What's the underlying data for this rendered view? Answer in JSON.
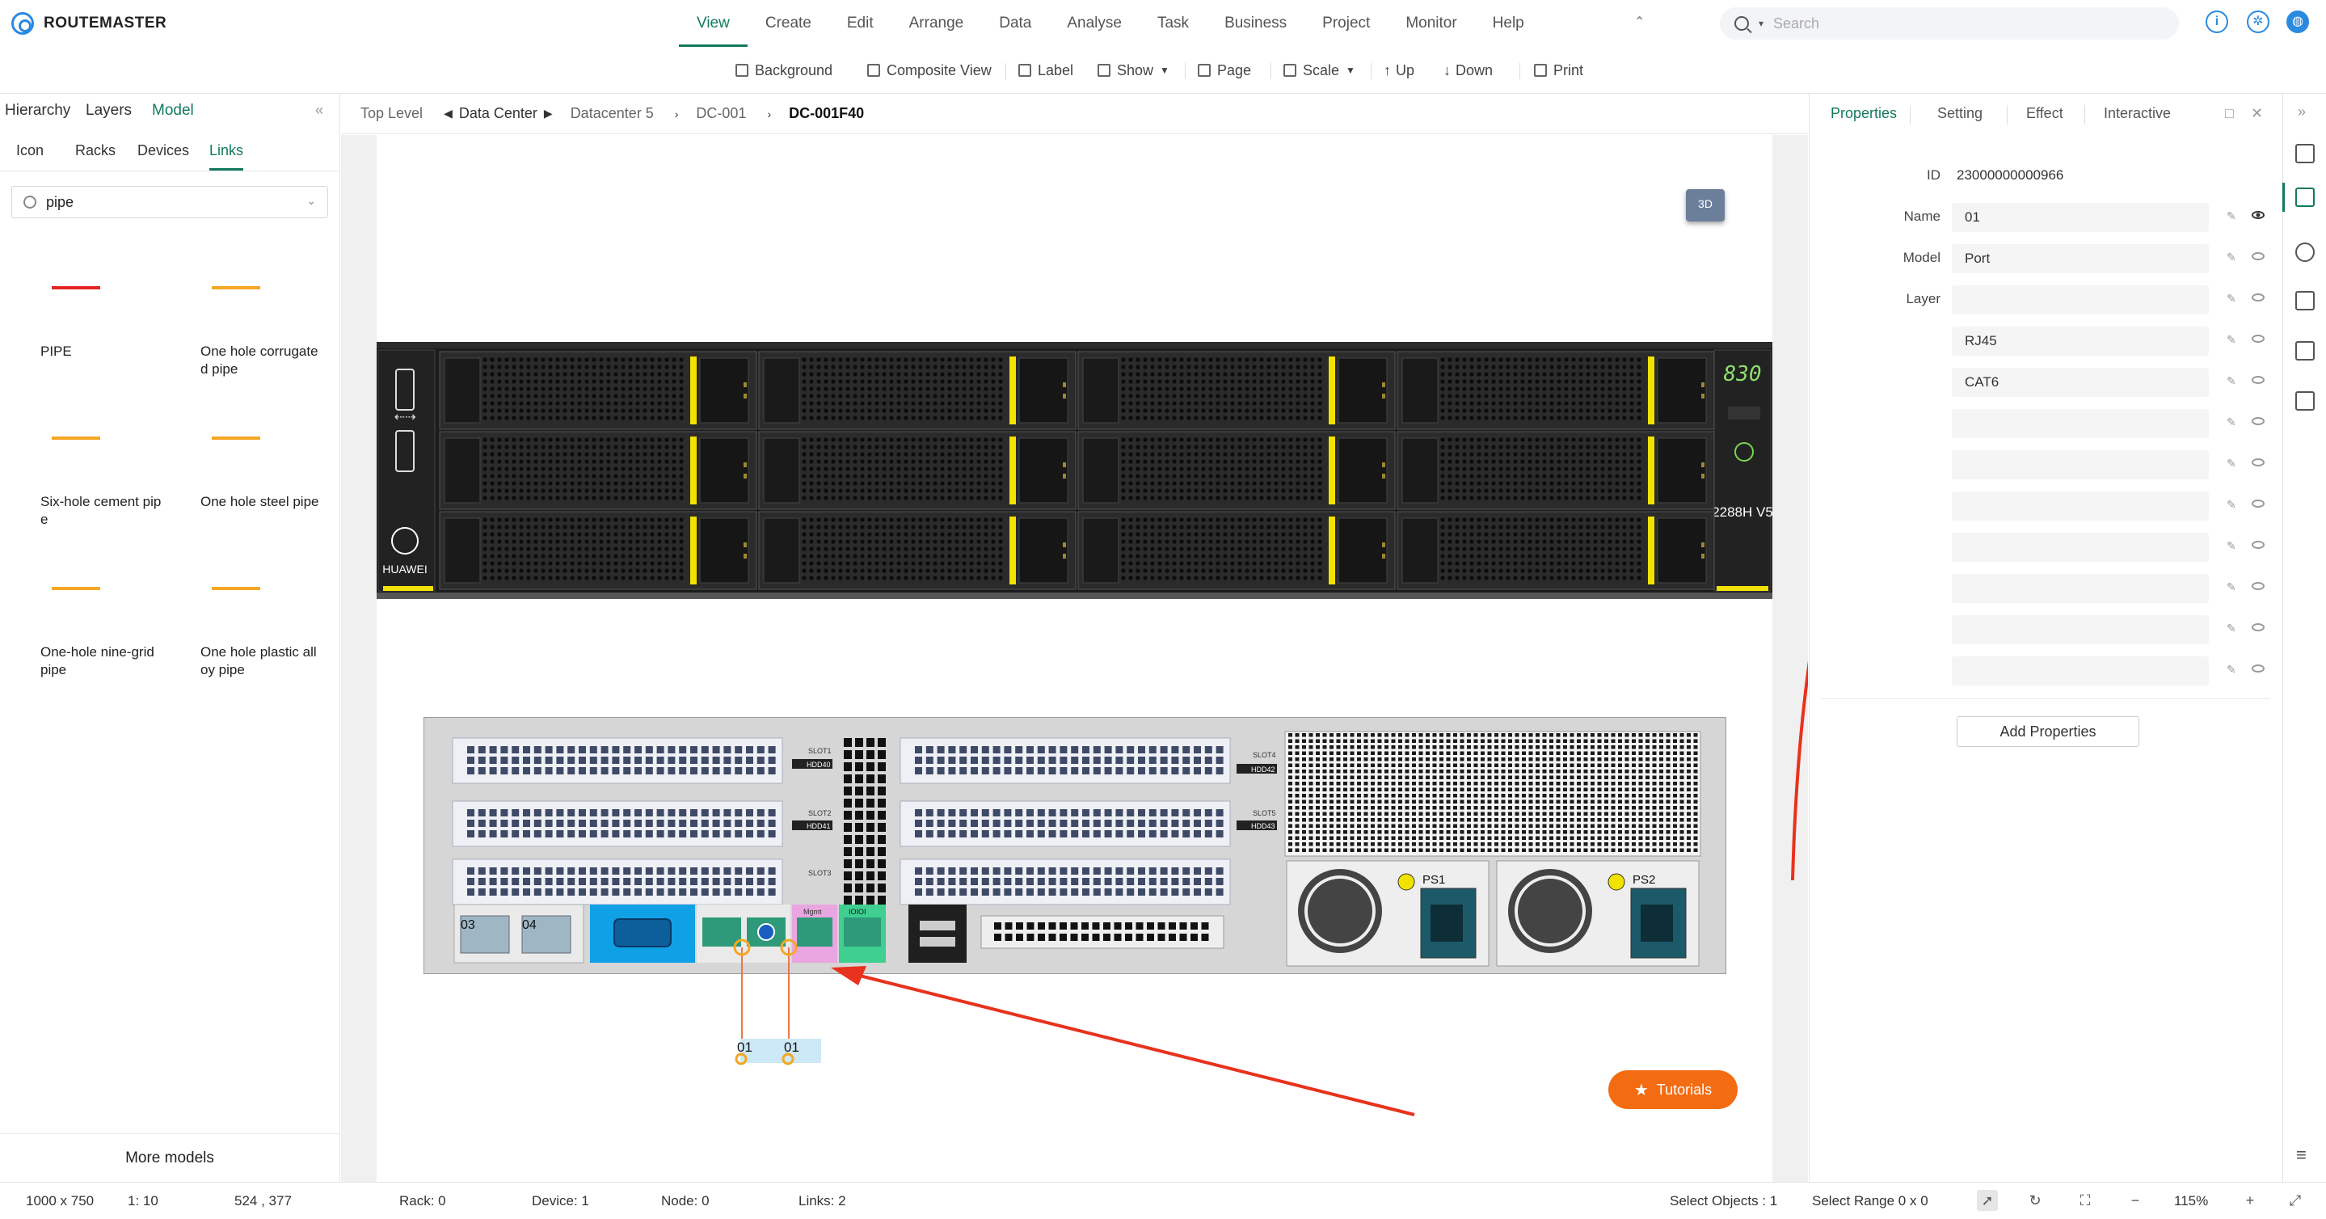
{
  "app": {
    "title": "ROUTEMASTER"
  },
  "menu": {
    "items": [
      "View",
      "Create",
      "Edit",
      "Arrange",
      "Data",
      "Analyse",
      "Task",
      "Business",
      "Project",
      "Monitor",
      "Help"
    ],
    "active": "View"
  },
  "search": {
    "placeholder": "Search"
  },
  "toolbar": {
    "background": "Background",
    "composite_view": "Composite View",
    "label": "Label",
    "show": "Show",
    "page": "Page",
    "scale": "Scale",
    "up": "Up",
    "down": "Down",
    "print": "Print"
  },
  "left": {
    "tabs": [
      "Hierarchy",
      "Layers",
      "Model"
    ],
    "active_tab": "Model",
    "subtabs": [
      "Icon",
      "Racks",
      "Devices",
      "Links"
    ],
    "active_subtab": "Links",
    "search_value": "pipe",
    "items": [
      {
        "label": "PIPE",
        "color": "#e52424"
      },
      {
        "label": "One hole corrugated pipe",
        "color": "#f5a623"
      },
      {
        "label": "Six-hole cement pipe",
        "color": "#f5a623"
      },
      {
        "label": "One hole steel pipe",
        "color": "#f5a623"
      },
      {
        "label": "One-hole nine-grid pipe",
        "color": "#f5a623"
      },
      {
        "label": "One hole plastic alloy pipe",
        "color": "#f5a623"
      }
    ],
    "more_models": "More models"
  },
  "breadcrumb": [
    "Top Level",
    "Data Center",
    "Datacenter 5",
    "DC-001",
    "DC-001F40"
  ],
  "canvas": {
    "btn_3d": "3D",
    "front": {
      "brand": "HUAWEI",
      "display": "830",
      "model": "2288H V5"
    },
    "rear": {
      "slot_labels": [
        "SLOT1",
        "HDD40",
        "SLOT2",
        "HDD41",
        "SLOT3",
        "SLOT4",
        "HDD42",
        "SLOT5",
        "HDD43"
      ],
      "port_labels": [
        "03",
        "04"
      ],
      "mgmt_label": "Mgmt",
      "ioio_label": "IOIOI",
      "ps_labels": [
        "PS1",
        "PS2"
      ]
    },
    "link_labels": [
      "01",
      "01"
    ],
    "tutorials": "Tutorials"
  },
  "properties": {
    "tabs": [
      "Properties",
      "Setting",
      "Effect",
      "Interactive"
    ],
    "active_tab": "Properties",
    "id_label": "ID",
    "id_value": "23000000000966",
    "rows": [
      {
        "label": "Name",
        "value": "01"
      },
      {
        "label": "Model",
        "value": "Port"
      },
      {
        "label": "Layer",
        "value": ""
      },
      {
        "label": "",
        "value": "RJ45"
      },
      {
        "label": "",
        "value": "CAT6"
      },
      {
        "label": "",
        "value": ""
      },
      {
        "label": "",
        "value": ""
      },
      {
        "label": "",
        "value": ""
      },
      {
        "label": "",
        "value": ""
      },
      {
        "label": "",
        "value": ""
      },
      {
        "label": "",
        "value": ""
      },
      {
        "label": "",
        "value": ""
      }
    ],
    "add_button": "Add Properties"
  },
  "status": {
    "page_size": "1000 x 750",
    "ratio": "1: 10",
    "cursor": "524 , 377",
    "rack": "Rack: 0",
    "device": "Device: 1",
    "node": "Node: 0",
    "links": "Links: 2",
    "select_objects": "Select Objects :  1",
    "select_range": "Select Range  0 x 0",
    "zoom": "115%"
  },
  "colors": {
    "accent": "#127a5e",
    "link_blue": "#2a8ae0",
    "tutorial_orange": "#f36c12",
    "arrow_red": "#e8321d"
  }
}
